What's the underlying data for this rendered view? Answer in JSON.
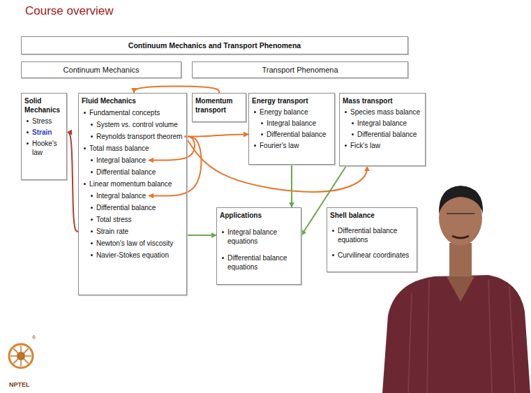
{
  "diagram": {
    "title": "Course overview",
    "nodes": [
      {
        "text": [
          "Continuum Mechanics and Transport Phenomena"
        ]
      },
      {
        "text": [
          "Continuum Mechanics"
        ]
      },
      {
        "text": [
          "Transport Phenomena"
        ]
      },
      {
        "text": [
          "Solid Mechanics",
          "Stress",
          "Strain",
          "Hooke's law"
        ]
      },
      {
        "text": [
          "Fluid Mechanics",
          "Fundamental concepts",
          "System vs. control volume",
          "Reynolds transport theorem",
          "Total mass balance",
          "Integral balance",
          "Differential balance",
          "Linear momentum balance",
          "Integral balance",
          "Differential balance",
          "Total stress",
          "Strain rate",
          "Newton's law of viscosity",
          "Navier-Stokes equation"
        ]
      },
      {
        "text": [
          "Momentum transport"
        ]
      },
      {
        "text": [
          "Energy transport",
          "Energy balance",
          "Integral balance",
          "Differential balance",
          "Fourier's law"
        ]
      },
      {
        "text": [
          "Mass transport",
          "Species mass balance",
          "Integral balance",
          "Differential balance",
          "Fick's law"
        ]
      },
      {
        "text": [
          "Applications",
          "Integral balance equations",
          "Differential balance equations"
        ]
      },
      {
        "text": [
          "Shell balance",
          "Differential balance equations",
          "Curvilinear coordinates"
        ]
      }
    ],
    "edges": [
      {
        "from": 5,
        "to": 4,
        "arrow": "to"
      },
      {
        "from": 4,
        "to": 6,
        "arrow": "to"
      },
      {
        "from": 4,
        "to": 7,
        "arrow": "to"
      },
      {
        "from": 4,
        "to": 3,
        "arrow": "to"
      },
      {
        "from": 4,
        "to": 8,
        "arrow": "to"
      },
      {
        "from": 6,
        "to": 8,
        "arrow": "to"
      },
      {
        "from": 7,
        "to": 8,
        "arrow": "to"
      }
    ],
    "labels": [
      "®",
      "NPTEL"
    ]
  }
}
